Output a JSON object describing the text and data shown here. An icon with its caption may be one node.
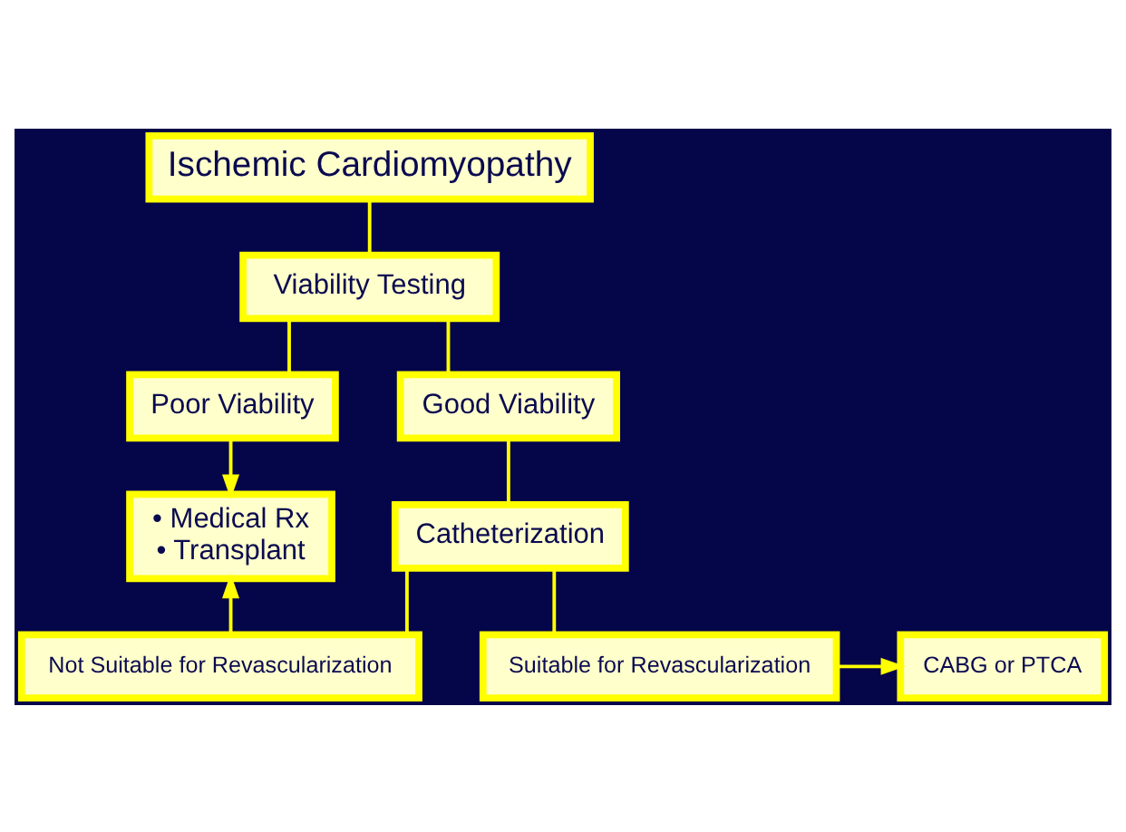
{
  "diagram": {
    "nodes": [
      {
        "text": [
          "Ischemic Cardiomyopathy"
        ]
      },
      {
        "text": [
          "Viability Testing"
        ]
      },
      {
        "text": [
          "Poor Viability"
        ]
      },
      {
        "text": [
          "Good Viability"
        ]
      },
      {
        "text": [
          "• Medical Rx",
          "• Transplant"
        ]
      },
      {
        "text": [
          "Catheterization"
        ]
      },
      {
        "text": [
          "Not Suitable for Revascularization"
        ]
      },
      {
        "text": [
          "Suitable for Revascularization"
        ]
      },
      {
        "text": [
          "CABG or PTCA"
        ]
      }
    ],
    "edges": [
      {
        "from": 0,
        "to": 1,
        "arrow": "none"
      },
      {
        "from": 1,
        "to": 2,
        "arrow": "none"
      },
      {
        "from": 1,
        "to": 3,
        "arrow": "none"
      },
      {
        "from": 2,
        "to": 4,
        "arrow": "to"
      },
      {
        "from": 3,
        "to": 5,
        "arrow": "none"
      },
      {
        "from": 5,
        "to": 6,
        "arrow": "none"
      },
      {
        "from": 5,
        "to": 7,
        "arrow": "none"
      },
      {
        "from": 6,
        "to": 4,
        "arrow": "to"
      },
      {
        "from": 7,
        "to": 8,
        "arrow": "to"
      }
    ]
  }
}
